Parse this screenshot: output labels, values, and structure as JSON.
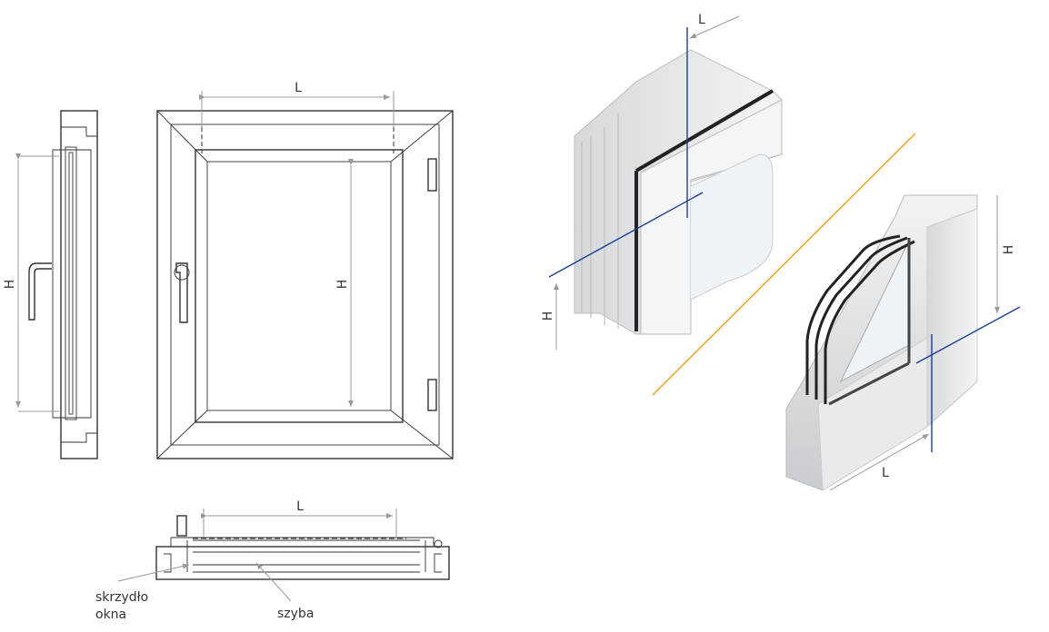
{
  "labels": {
    "front_width": "L",
    "front_height": "H",
    "side_height": "H",
    "bottom_width": "L",
    "sash": "skrzydło",
    "sash_line2": "okna",
    "glass": "szyba",
    "profile_top_width": "L",
    "profile_top_height": "H",
    "profile_corner_height": "H",
    "profile_corner_width": "L"
  },
  "colors": {
    "measure_line": "#1e3f8f",
    "divider_line": "#f0a020"
  }
}
